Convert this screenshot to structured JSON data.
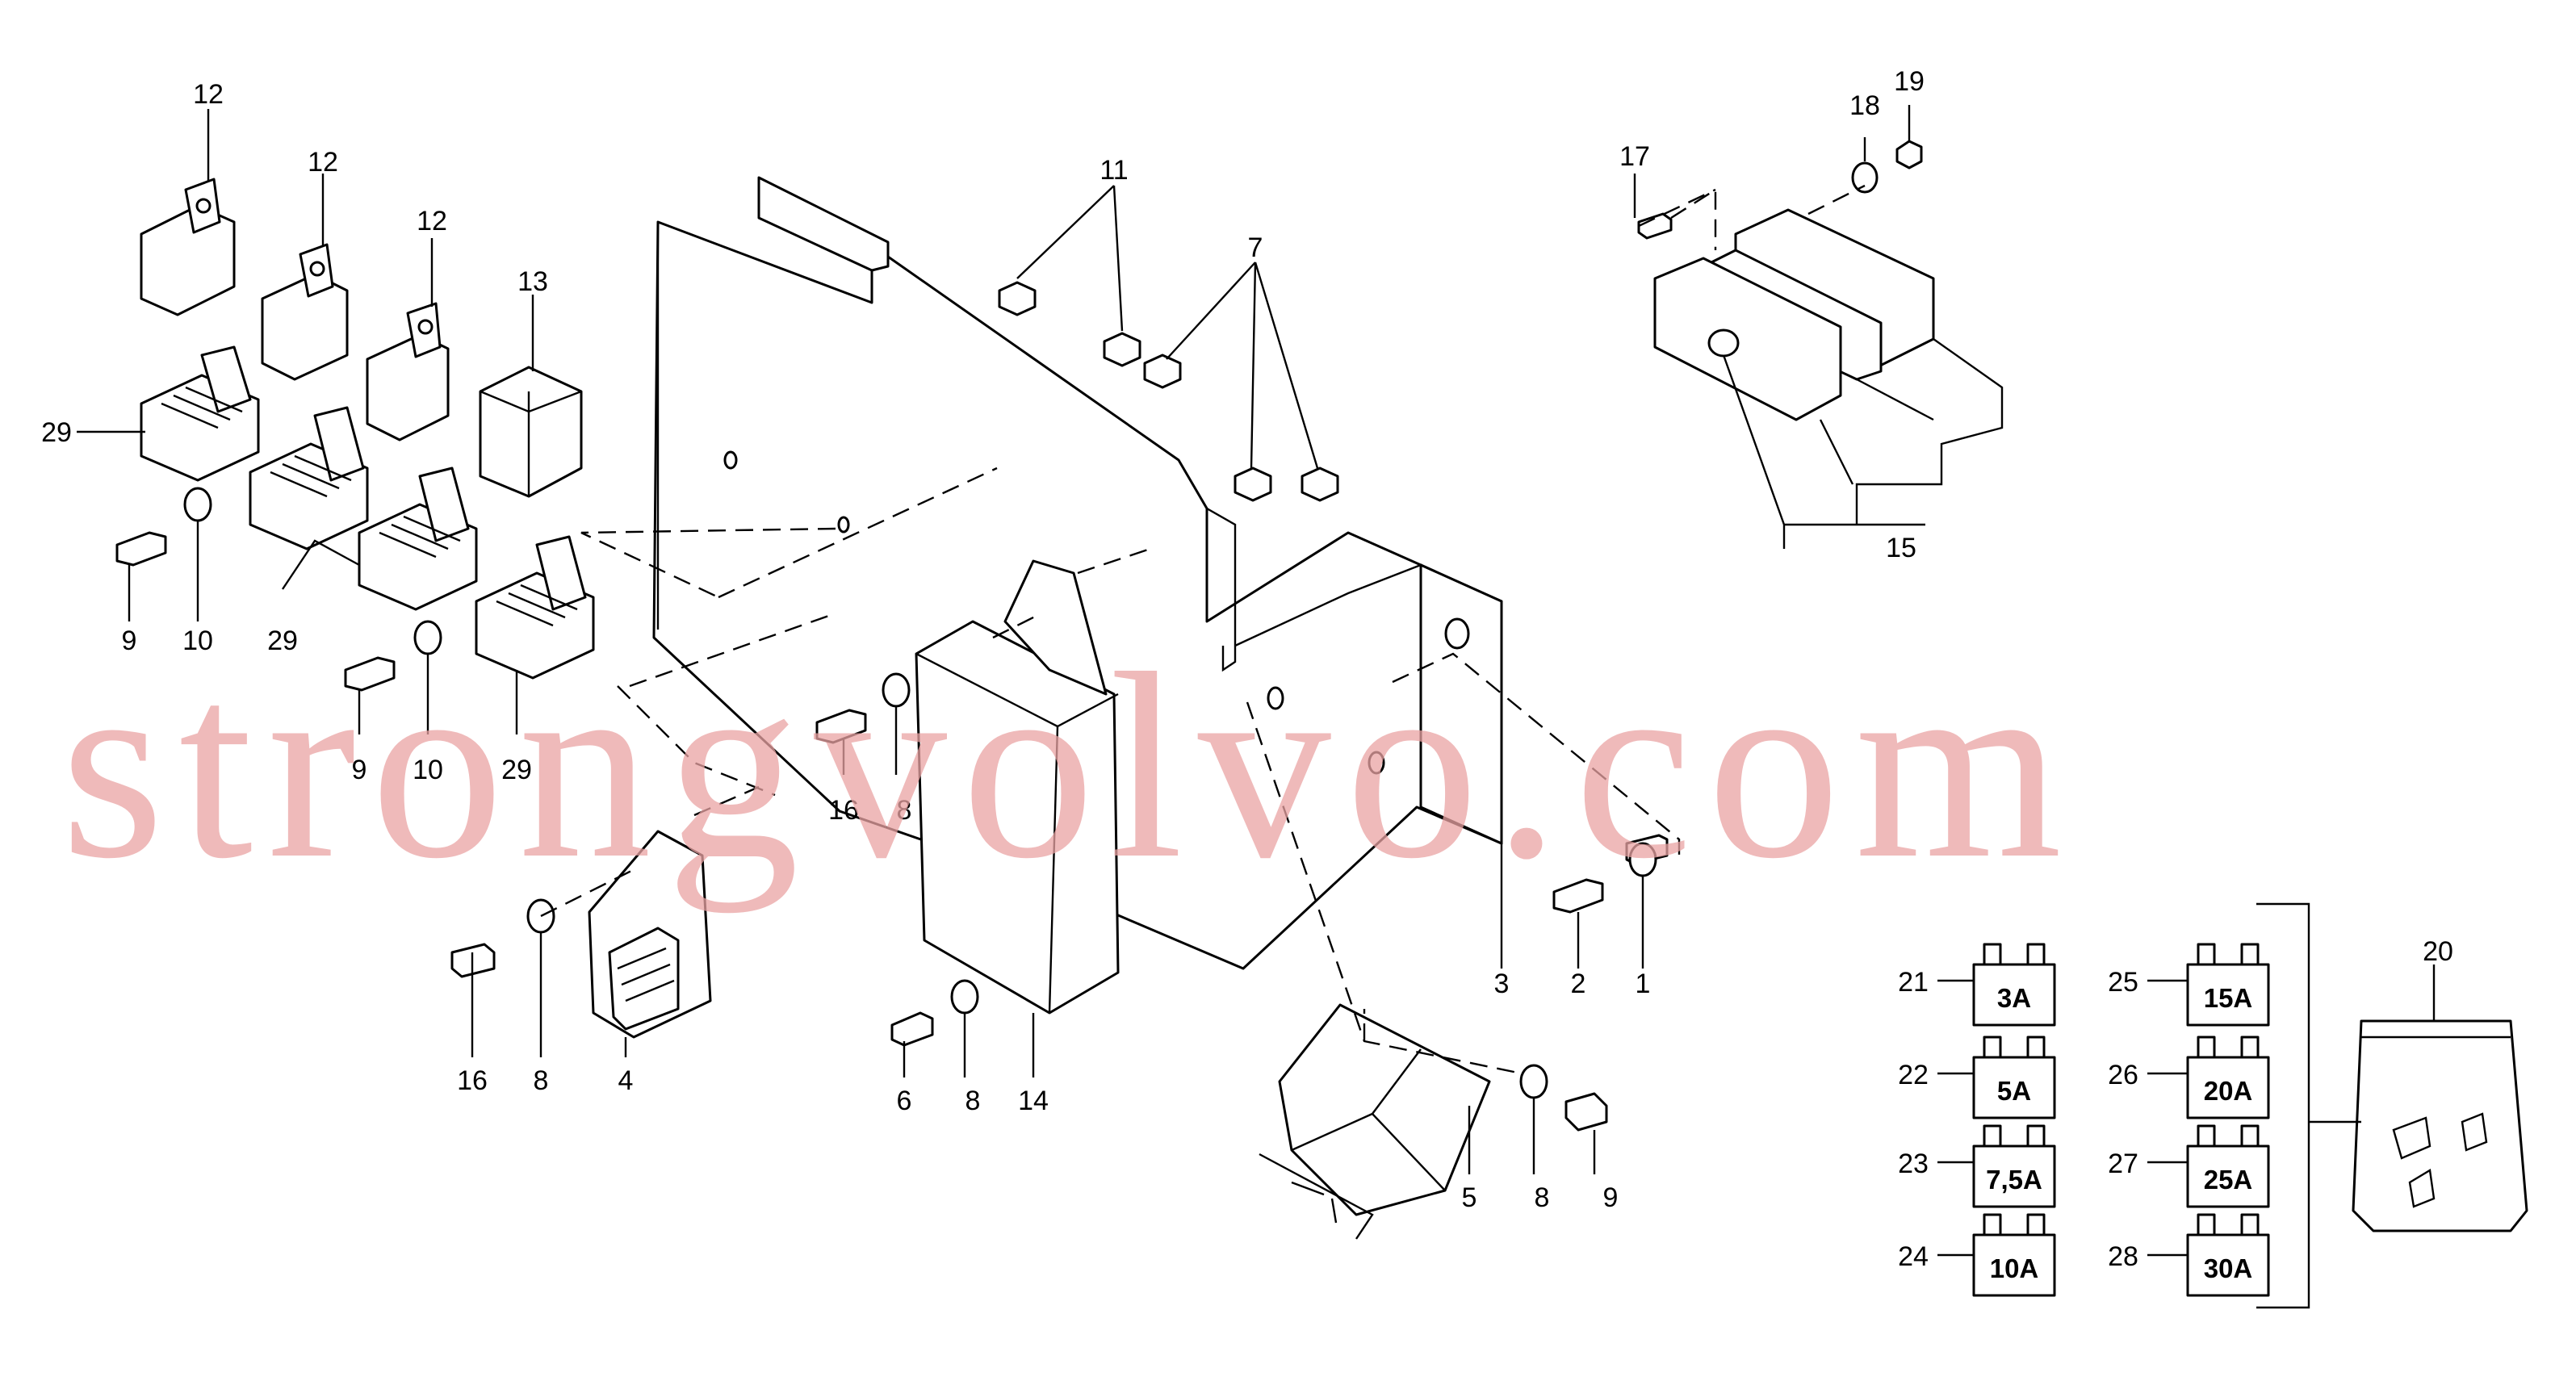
{
  "callouts": [
    "12",
    "12",
    "12",
    "13",
    "29",
    "9",
    "10",
    "29",
    "9",
    "10",
    "29",
    "16",
    "8",
    "4",
    "11",
    "7",
    "16",
    "8",
    "6",
    "8",
    "14",
    "5",
    "8",
    "9",
    "3",
    "2",
    "1",
    "17",
    "18",
    "19",
    "15",
    "20",
    "21",
    "22",
    "23",
    "24",
    "25",
    "26",
    "27",
    "28"
  ],
  "fuses": [
    "3A",
    "5A",
    "7,5A",
    "10A",
    "15A",
    "20A",
    "25A",
    "30A"
  ],
  "watermark": "strongvolvo.com"
}
